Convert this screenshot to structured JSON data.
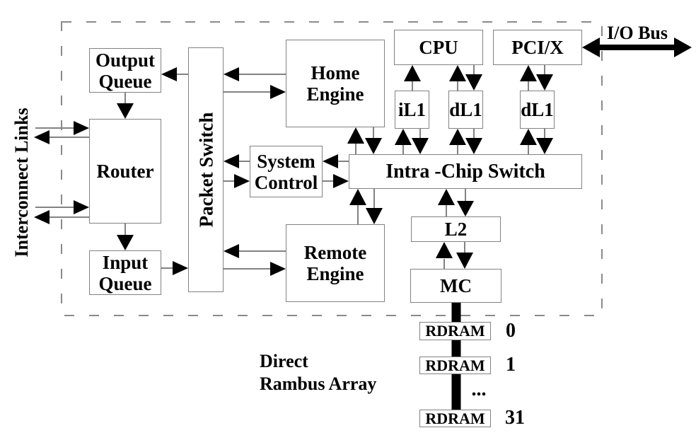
{
  "diagram": {
    "boxes": {
      "output_queue": "Output\nQueue",
      "router": "Router",
      "input_queue": "Input\nQueue",
      "packet_switch": "Packet Switch",
      "home_engine": "Home\nEngine",
      "system_control": "System\nControl",
      "remote_engine": "Remote\nEngine",
      "cpu": "CPU",
      "pci_x": "PCI/X",
      "il1": "iL1",
      "dl1_cpu": "dL1",
      "dl1_pci": "dL1",
      "intra_chip_switch": "Intra -Chip Switch",
      "l2": "L2",
      "mc": "MC",
      "rdram": "RDRAM"
    },
    "labels": {
      "interconnect_links": "Interconnect Links",
      "io_bus": "I/O Bus",
      "direct_rambus_array": "Direct\nRambus Array",
      "rdram_index_0": "0",
      "rdram_index_1": "1",
      "rdram_ellipsis": "...",
      "rdram_index_31": "31"
    },
    "colors": {
      "line_gray": "#828282",
      "dash_gray": "#8a8a8a",
      "arrow_black": "#000000",
      "background": "#ffffff"
    }
  }
}
